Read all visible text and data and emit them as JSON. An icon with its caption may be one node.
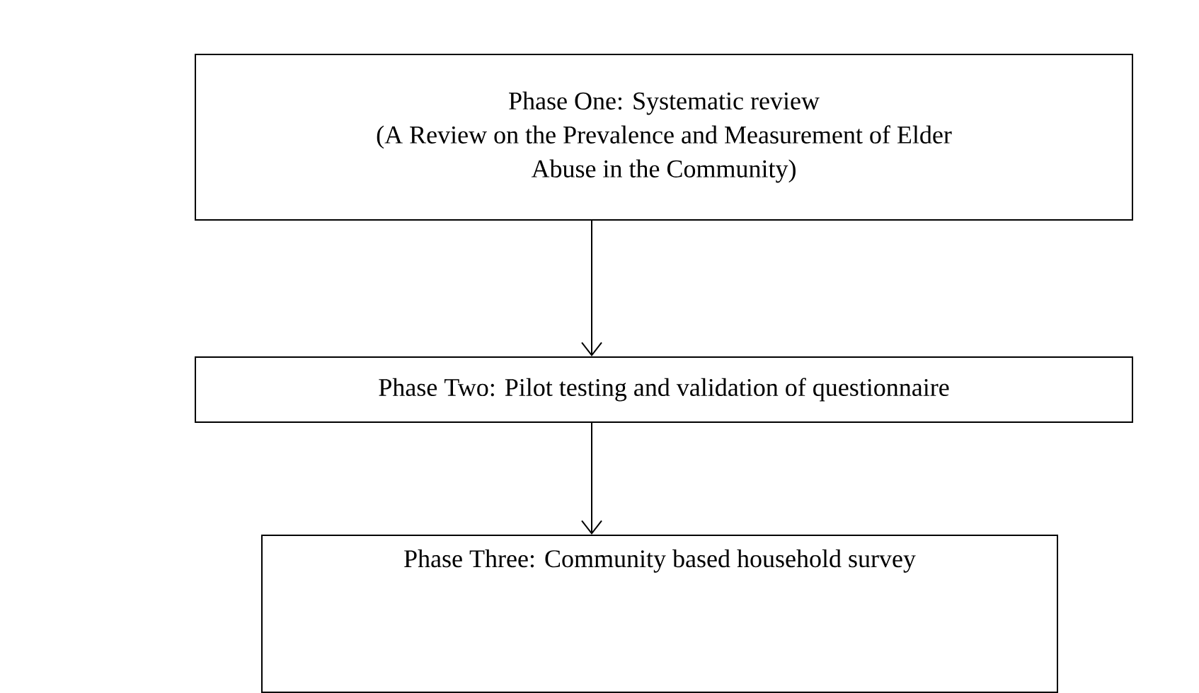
{
  "diagram": {
    "nodes": [
      {
        "text": [
          "Phase One: Systematic review",
          "(A Review on the Prevalence and Measurement of Elder Abuse in the Community)"
        ]
      },
      {
        "text": [
          "Phase Two: Pilot testing and validation of questionnaire"
        ]
      },
      {
        "text": [
          "Phase Three: Community based household survey"
        ]
      }
    ],
    "edges": [
      {
        "from": 0,
        "to": 1,
        "arrow": "to"
      },
      {
        "from": 1,
        "to": 2,
        "arrow": "to"
      }
    ]
  }
}
